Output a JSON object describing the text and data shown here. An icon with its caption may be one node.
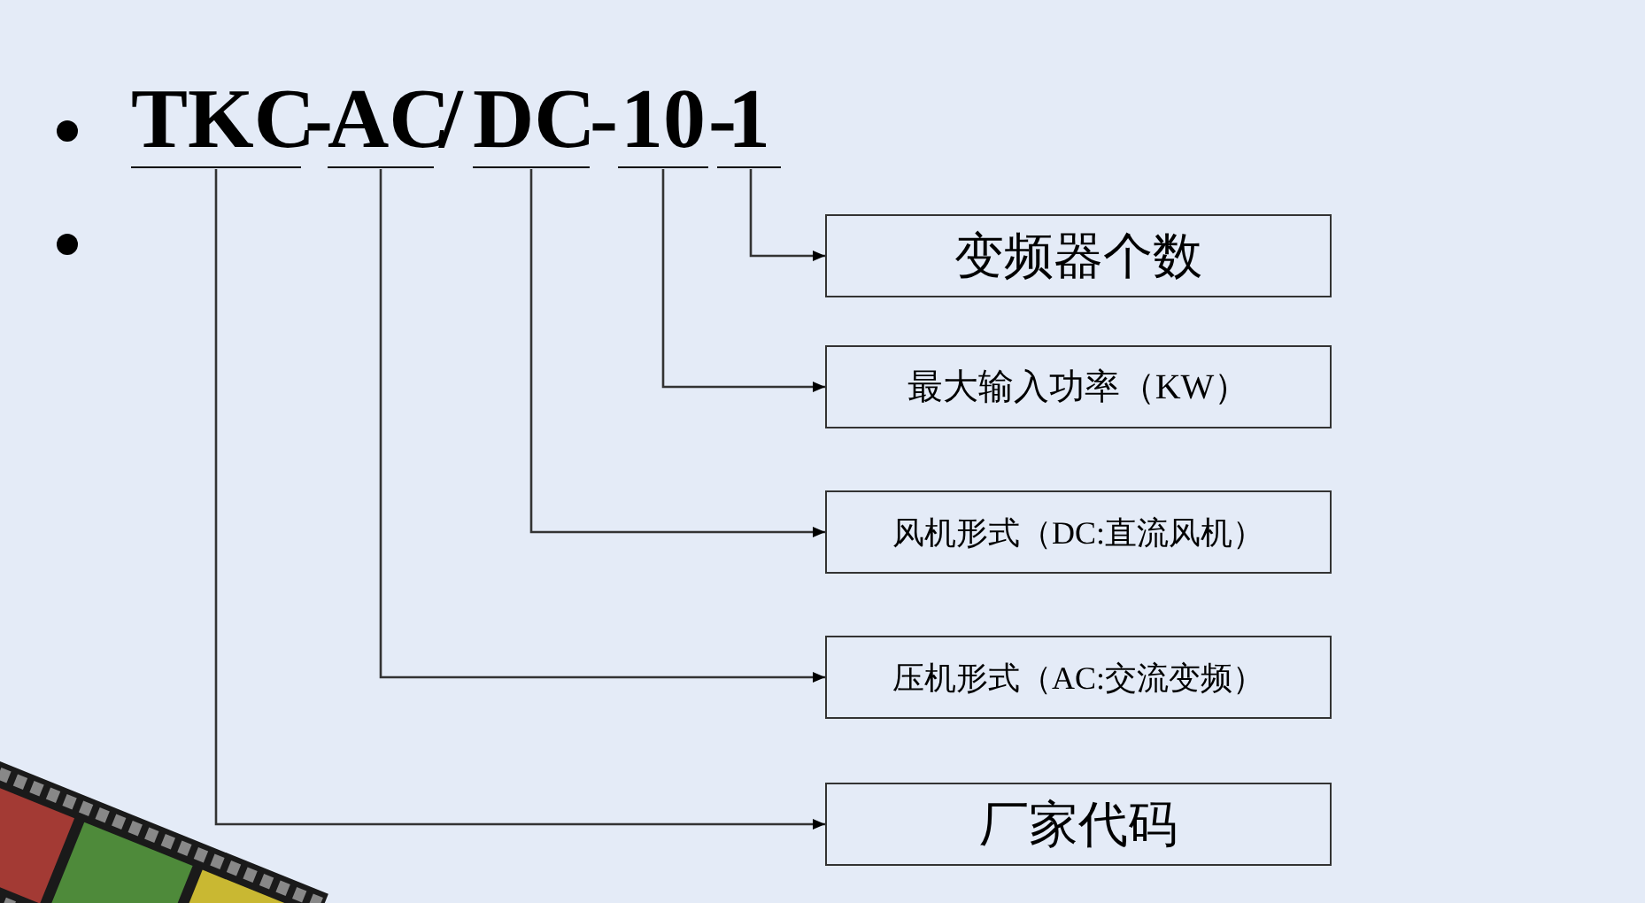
{
  "diagram": {
    "nodes": [
      {
        "text": [
          "TKC"
        ]
      },
      {
        "text": [
          "AC"
        ]
      },
      {
        "text": [
          "DC"
        ]
      },
      {
        "text": [
          "10"
        ]
      },
      {
        "text": [
          "1"
        ]
      },
      {
        "text": [
          "变频器个数"
        ]
      },
      {
        "text": [
          "最大输入功率（KW）"
        ]
      },
      {
        "text": [
          "风机形式（DC:直流风机）"
        ]
      },
      {
        "text": [
          "压机形式（AC:交流变频）"
        ]
      },
      {
        "text": [
          "厂家代码"
        ]
      }
    ],
    "edges": [
      {
        "from": 4,
        "to": 5,
        "arrow": "to"
      },
      {
        "from": 3,
        "to": 6,
        "arrow": "to"
      },
      {
        "from": 2,
        "to": 7,
        "arrow": "to"
      },
      {
        "from": 1,
        "to": 8,
        "arrow": "to"
      },
      {
        "from": 0,
        "to": 9,
        "arrow": "to"
      }
    ],
    "labels": [
      "-",
      "/",
      "-",
      "-"
    ]
  }
}
